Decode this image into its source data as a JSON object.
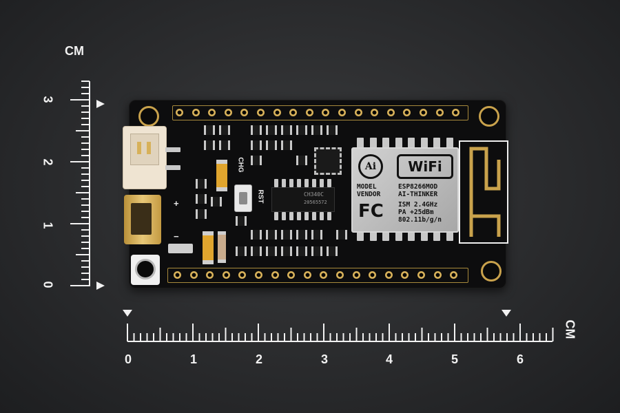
{
  "vertical_ruler": {
    "unit": "CM",
    "labels": [
      "3",
      "2",
      "1",
      "0"
    ]
  },
  "horizontal_ruler": {
    "unit": "CM",
    "labels": [
      "0",
      "1",
      "2",
      "3",
      "4",
      "5",
      "6"
    ]
  },
  "board": {
    "silkscreen": {
      "chg": "CHG",
      "rst": "RST",
      "plus": "+",
      "minus": "−"
    },
    "usb_chip": {
      "line1": "CH340C",
      "line2": "20565572"
    },
    "module": {
      "wifi_logo": "WiFi",
      "ai_logo": "Ai",
      "model_label": "MODEL",
      "vendor_label": "VENDOR",
      "model_value": "ESP8266MOD",
      "vendor_value": "AI-THINKER",
      "fcc": "FC",
      "ism": "ISM 2.4GHz",
      "pa": "PA  +25dBm",
      "std": "802.11b/g/n"
    }
  },
  "colors": {
    "background": "#2b2c2e",
    "board": "#0d0d0e",
    "gold": "#d7b15a",
    "connector": "#efe4d2",
    "ruler": "#f2f2f2"
  }
}
